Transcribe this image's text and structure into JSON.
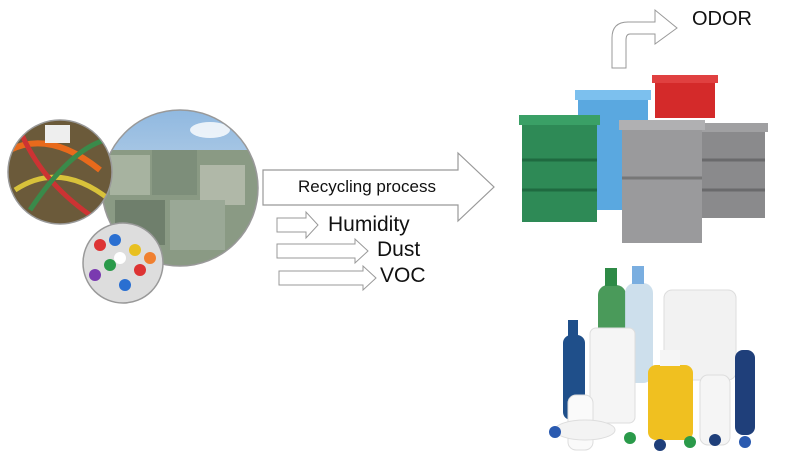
{
  "diagram": {
    "process_label": "Recycling process",
    "inputs": [
      "Humidity",
      "Dust",
      "VOC"
    ],
    "output_label": "ODOR",
    "images": [
      "plastic-waste-collage",
      "recycled-plastic-crates",
      "recycled-plastic-bottles"
    ]
  }
}
